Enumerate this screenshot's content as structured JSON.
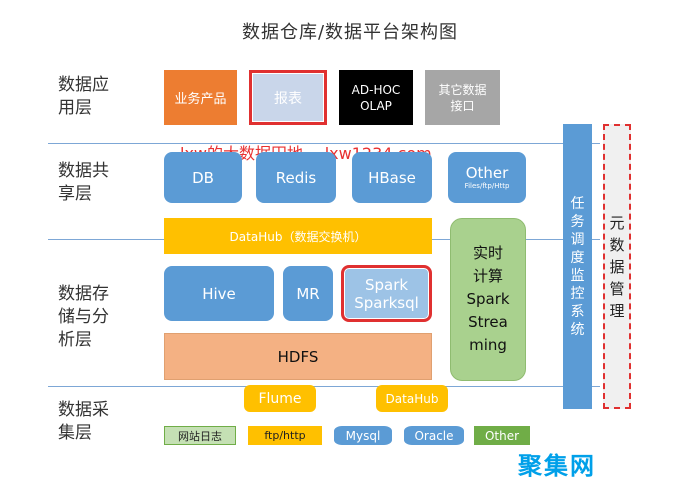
{
  "title": "数据仓库/数据平台架构图",
  "layers": {
    "app": [
      "数据应",
      "用层"
    ],
    "share": [
      "数据共",
      "享层"
    ],
    "storage": [
      "数据存",
      "储与分",
      "析层"
    ],
    "collect": [
      "数据采",
      "集层"
    ]
  },
  "app_boxes": {
    "business": "业务产品",
    "report": "报表",
    "adhoc_1": "AD-HOC",
    "adhoc_2": "OLAP",
    "other_1": "其它数据",
    "other_2": "接口"
  },
  "watermark": "lxw的大数据田地 -- lxw1234.com",
  "share_boxes": {
    "db": "DB",
    "redis": "Redis",
    "hbase": "HBase",
    "other": "Other",
    "other_sub": "Files/ftp/Http"
  },
  "datahub_exchange": "DataHub（数据交换机）",
  "compute_boxes": {
    "hive": "Hive",
    "mr": "MR",
    "spark_1": "Spark",
    "spark_2": "Sparksql"
  },
  "realtime": [
    "实时",
    "计算",
    "Spark",
    "Strea",
    "ming"
  ],
  "hdfs": "HDFS",
  "flume": "Flume",
  "datahub": "DataHub",
  "sources": {
    "web_log": "网站日志",
    "ftp": "ftp/http",
    "mysql": "Mysql",
    "oracle": "Oracle",
    "other": "Other"
  },
  "scheduler": [
    "任",
    "务",
    "调",
    "度",
    "监",
    "控",
    "系",
    "统"
  ],
  "metadata": [
    "元",
    "数",
    "据",
    "管",
    "理"
  ],
  "logo": "聚集网",
  "colors": {
    "blue": "#5b9bd5",
    "orange": "#ed7d31",
    "yellow": "#ffc000",
    "green": "#a9d18e",
    "salmon": "#f4b183",
    "red": "#e03030",
    "logo_blue": "#00a0e9"
  }
}
